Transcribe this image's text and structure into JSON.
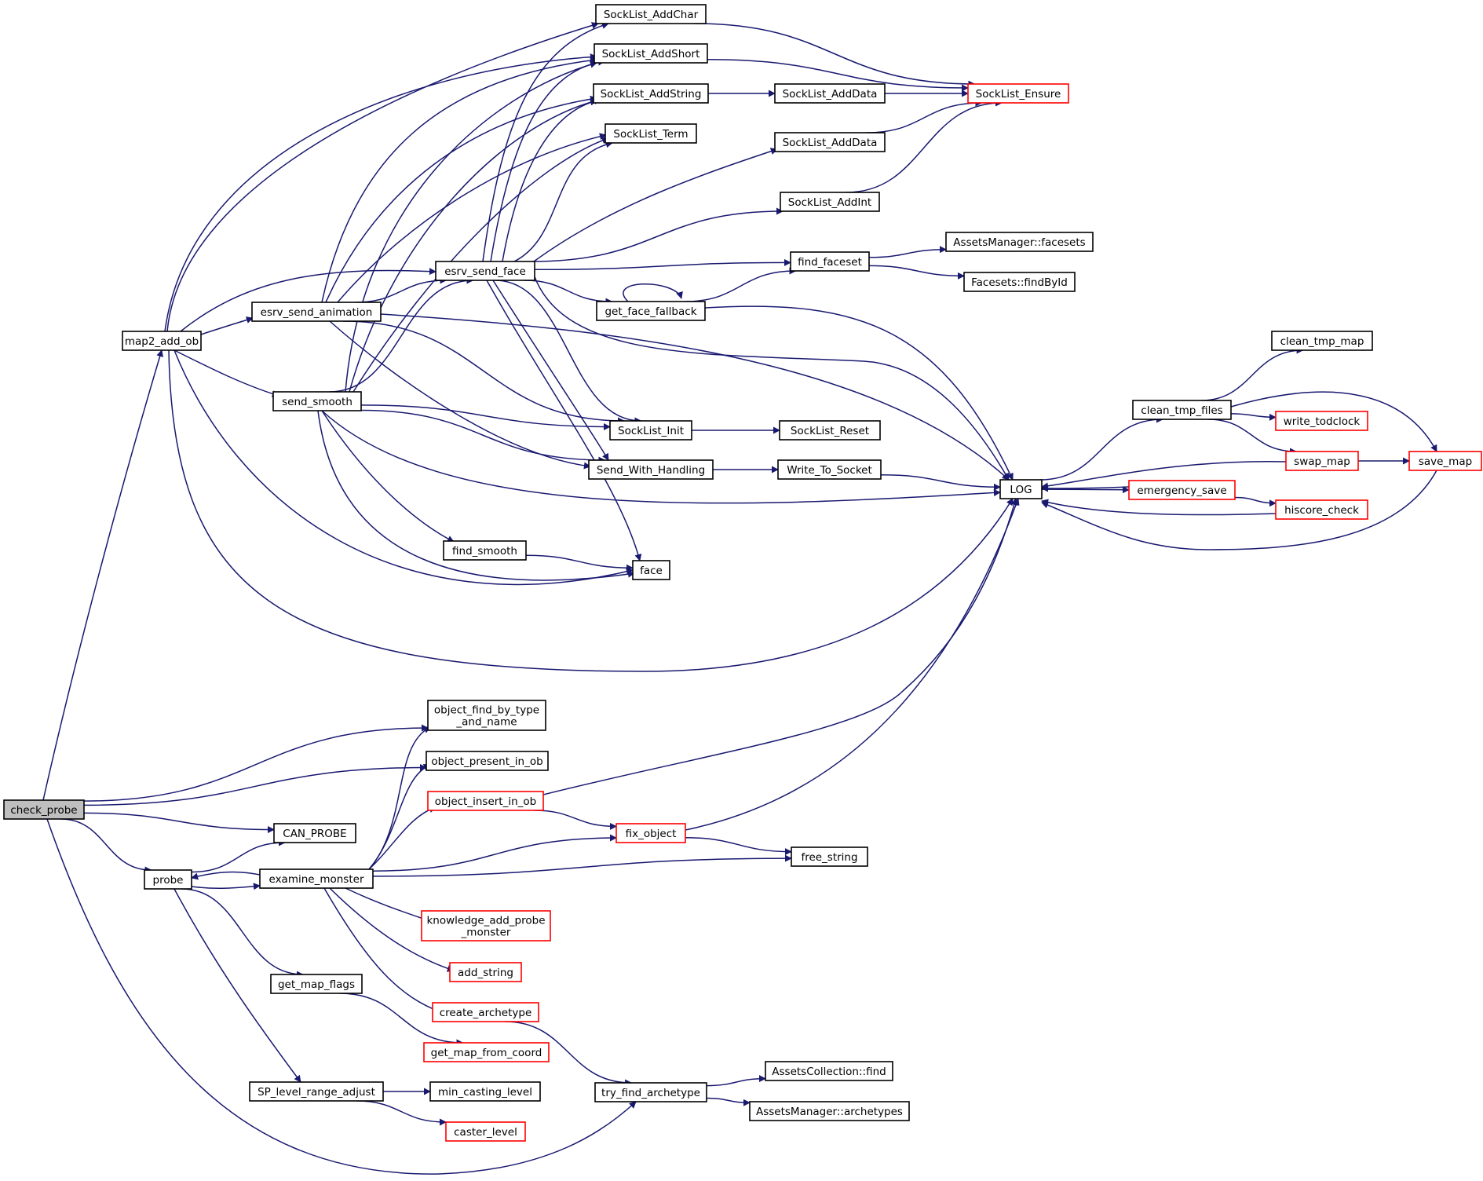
{
  "graph": {
    "root": "check_probe",
    "colors": {
      "edge": "#191970",
      "root_fill": "#bfbfbf",
      "node_border": "#000000",
      "truncated_border": "#ff0000",
      "node_fill": "#ffffff"
    },
    "nodes": [
      {
        "id": "check_probe",
        "label": "check_probe",
        "style": "root"
      },
      {
        "id": "map2_add_ob",
        "label": "map2_add_ob"
      },
      {
        "id": "probe",
        "label": "probe"
      },
      {
        "id": "CAN_PROBE",
        "label": "CAN_PROBE"
      },
      {
        "id": "esrv_send_animation",
        "label": "esrv_send_animation"
      },
      {
        "id": "send_smooth",
        "label": "send_smooth"
      },
      {
        "id": "examine_monster",
        "label": "examine_monster"
      },
      {
        "id": "get_map_flags",
        "label": "get_map_flags"
      },
      {
        "id": "SP_level_range_adjust",
        "label": "SP_level_range_adjust"
      },
      {
        "id": "esrv_send_face",
        "label": "esrv_send_face"
      },
      {
        "id": "find_smooth",
        "label": "find_smooth"
      },
      {
        "id": "object_find_by_type_and_name",
        "label": "object_find_by_type\n_and_name"
      },
      {
        "id": "object_present_in_ob",
        "label": "object_present_in_ob"
      },
      {
        "id": "object_insert_in_ob",
        "label": "object_insert_in_ob",
        "style": "truncated"
      },
      {
        "id": "knowledge_add_probe_monster",
        "label": "knowledge_add_probe\n_monster",
        "style": "truncated"
      },
      {
        "id": "add_string",
        "label": "add_string",
        "style": "truncated"
      },
      {
        "id": "create_archetype",
        "label": "create_archetype",
        "style": "truncated"
      },
      {
        "id": "get_map_from_coord",
        "label": "get_map_from_coord",
        "style": "truncated"
      },
      {
        "id": "min_casting_level",
        "label": "min_casting_level"
      },
      {
        "id": "caster_level",
        "label": "caster_level",
        "style": "truncated"
      },
      {
        "id": "SockList_AddChar",
        "label": "SockList_AddChar"
      },
      {
        "id": "SockList_AddShort",
        "label": "SockList_AddShort"
      },
      {
        "id": "SockList_AddString",
        "label": "SockList_AddString"
      },
      {
        "id": "SockList_Term",
        "label": "SockList_Term"
      },
      {
        "id": "get_face_fallback",
        "label": "get_face_fallback"
      },
      {
        "id": "SockList_Init",
        "label": "SockList_Init"
      },
      {
        "id": "Send_With_Handling",
        "label": "Send_With_Handling"
      },
      {
        "id": "face",
        "label": "face"
      },
      {
        "id": "fix_object",
        "label": "fix_object",
        "style": "truncated"
      },
      {
        "id": "try_find_archetype",
        "label": "try_find_archetype"
      },
      {
        "id": "SockList_AddData_1",
        "label": "SockList_AddData"
      },
      {
        "id": "SockList_AddData_2",
        "label": "SockList_AddData"
      },
      {
        "id": "SockList_AddInt",
        "label": "SockList_AddInt"
      },
      {
        "id": "find_faceset",
        "label": "find_faceset"
      },
      {
        "id": "SockList_Reset",
        "label": "SockList_Reset"
      },
      {
        "id": "Write_To_Socket",
        "label": "Write_To_Socket"
      },
      {
        "id": "free_string",
        "label": "free_string"
      },
      {
        "id": "AssetsCollection_find",
        "label": "AssetsCollection::find"
      },
      {
        "id": "AssetsManager_archetypes",
        "label": "AssetsManager::archetypes"
      },
      {
        "id": "SockList_Ensure",
        "label": "SockList_Ensure",
        "style": "truncated"
      },
      {
        "id": "AssetsManager_facesets",
        "label": "AssetsManager::facesets"
      },
      {
        "id": "Facesets_findById",
        "label": "Facesets::findById"
      },
      {
        "id": "LOG",
        "label": "LOG"
      },
      {
        "id": "clean_tmp_files",
        "label": "clean_tmp_files"
      },
      {
        "id": "emergency_save",
        "label": "emergency_save",
        "style": "truncated"
      },
      {
        "id": "clean_tmp_map",
        "label": "clean_tmp_map"
      },
      {
        "id": "write_todclock",
        "label": "write_todclock",
        "style": "truncated"
      },
      {
        "id": "swap_map",
        "label": "swap_map",
        "style": "truncated"
      },
      {
        "id": "hiscore_check",
        "label": "hiscore_check",
        "style": "truncated"
      },
      {
        "id": "save_map",
        "label": "save_map",
        "style": "truncated"
      }
    ],
    "edges": [
      [
        "check_probe",
        "map2_add_ob"
      ],
      [
        "check_probe",
        "object_find_by_type_and_name"
      ],
      [
        "check_probe",
        "object_present_in_ob"
      ],
      [
        "check_probe",
        "CAN_PROBE"
      ],
      [
        "check_probe",
        "probe"
      ],
      [
        "check_probe",
        "try_find_archetype"
      ],
      [
        "map2_add_ob",
        "SockList_AddChar"
      ],
      [
        "map2_add_ob",
        "SockList_AddShort"
      ],
      [
        "map2_add_ob",
        "esrv_send_face"
      ],
      [
        "map2_add_ob",
        "esrv_send_animation"
      ],
      [
        "map2_add_ob",
        "send_smooth"
      ],
      [
        "map2_add_ob",
        "face"
      ],
      [
        "map2_add_ob",
        "LOG"
      ],
      [
        "esrv_send_animation",
        "SockList_AddShort"
      ],
      [
        "esrv_send_animation",
        "SockList_AddString"
      ],
      [
        "esrv_send_animation",
        "SockList_Term"
      ],
      [
        "esrv_send_animation",
        "esrv_send_face"
      ],
      [
        "esrv_send_animation",
        "SockList_Init"
      ],
      [
        "esrv_send_animation",
        "Send_With_Handling"
      ],
      [
        "esrv_send_animation",
        "LOG"
      ],
      [
        "send_smooth",
        "SockList_AddShort"
      ],
      [
        "send_smooth",
        "SockList_AddString"
      ],
      [
        "send_smooth",
        "SockList_Term"
      ],
      [
        "send_smooth",
        "esrv_send_face"
      ],
      [
        "send_smooth",
        "SockList_Init"
      ],
      [
        "send_smooth",
        "Send_With_Handling"
      ],
      [
        "send_smooth",
        "find_smooth"
      ],
      [
        "send_smooth",
        "face"
      ],
      [
        "send_smooth",
        "LOG"
      ],
      [
        "esrv_send_face",
        "SockList_AddChar"
      ],
      [
        "esrv_send_face",
        "SockList_AddShort"
      ],
      [
        "esrv_send_face",
        "SockList_AddString"
      ],
      [
        "esrv_send_face",
        "SockList_Term"
      ],
      [
        "esrv_send_face",
        "SockList_AddData_2"
      ],
      [
        "esrv_send_face",
        "SockList_AddInt"
      ],
      [
        "esrv_send_face",
        "find_faceset"
      ],
      [
        "esrv_send_face",
        "get_face_fallback"
      ],
      [
        "esrv_send_face",
        "SockList_Init"
      ],
      [
        "esrv_send_face",
        "Send_With_Handling"
      ],
      [
        "esrv_send_face",
        "face"
      ],
      [
        "esrv_send_face",
        "LOG"
      ],
      [
        "find_smooth",
        "face"
      ],
      [
        "probe",
        "CAN_PROBE"
      ],
      [
        "probe",
        "examine_monster"
      ],
      [
        "probe",
        "get_map_flags"
      ],
      [
        "probe",
        "SP_level_range_adjust"
      ],
      [
        "examine_monster",
        "probe"
      ],
      [
        "examine_monster",
        "object_find_by_type_and_name"
      ],
      [
        "examine_monster",
        "object_present_in_ob"
      ],
      [
        "examine_monster",
        "object_insert_in_ob"
      ],
      [
        "examine_monster",
        "fix_object"
      ],
      [
        "examine_monster",
        "free_string"
      ],
      [
        "examine_monster",
        "knowledge_add_probe_monster"
      ],
      [
        "examine_monster",
        "add_string"
      ],
      [
        "examine_monster",
        "create_archetype"
      ],
      [
        "get_map_flags",
        "get_map_from_coord"
      ],
      [
        "SP_level_range_adjust",
        "min_casting_level"
      ],
      [
        "SP_level_range_adjust",
        "caster_level"
      ],
      [
        "object_insert_in_ob",
        "fix_object"
      ],
      [
        "object_insert_in_ob",
        "LOG"
      ],
      [
        "fix_object",
        "free_string"
      ],
      [
        "fix_object",
        "LOG"
      ],
      [
        "create_archetype",
        "try_find_archetype"
      ],
      [
        "try_find_archetype",
        "AssetsCollection_find"
      ],
      [
        "try_find_archetype",
        "AssetsManager_archetypes"
      ],
      [
        "SockList_AddChar",
        "SockList_Ensure"
      ],
      [
        "SockList_AddShort",
        "SockList_Ensure"
      ],
      [
        "SockList_AddString",
        "SockList_AddData_1"
      ],
      [
        "SockList_AddData_1",
        "SockList_Ensure"
      ],
      [
        "SockList_AddData_2",
        "SockList_Ensure"
      ],
      [
        "SockList_AddInt",
        "SockList_Ensure"
      ],
      [
        "find_faceset",
        "AssetsManager_facesets"
      ],
      [
        "find_faceset",
        "Facesets_findById"
      ],
      [
        "get_face_fallback",
        "get_face_fallback"
      ],
      [
        "get_face_fallback",
        "find_faceset"
      ],
      [
        "get_face_fallback",
        "LOG"
      ],
      [
        "SockList_Init",
        "SockList_Reset"
      ],
      [
        "Send_With_Handling",
        "Write_To_Socket"
      ],
      [
        "Write_To_Socket",
        "LOG"
      ],
      [
        "LOG",
        "clean_tmp_files"
      ],
      [
        "LOG",
        "emergency_save"
      ],
      [
        "clean_tmp_files",
        "clean_tmp_map"
      ],
      [
        "clean_tmp_files",
        "write_todclock"
      ],
      [
        "clean_tmp_files",
        "swap_map"
      ],
      [
        "clean_tmp_files",
        "save_map"
      ],
      [
        "emergency_save",
        "LOG"
      ],
      [
        "emergency_save",
        "hiscore_check"
      ],
      [
        "swap_map",
        "LOG"
      ],
      [
        "swap_map",
        "save_map"
      ],
      [
        "hiscore_check",
        "LOG"
      ],
      [
        "save_map",
        "LOG"
      ]
    ]
  }
}
